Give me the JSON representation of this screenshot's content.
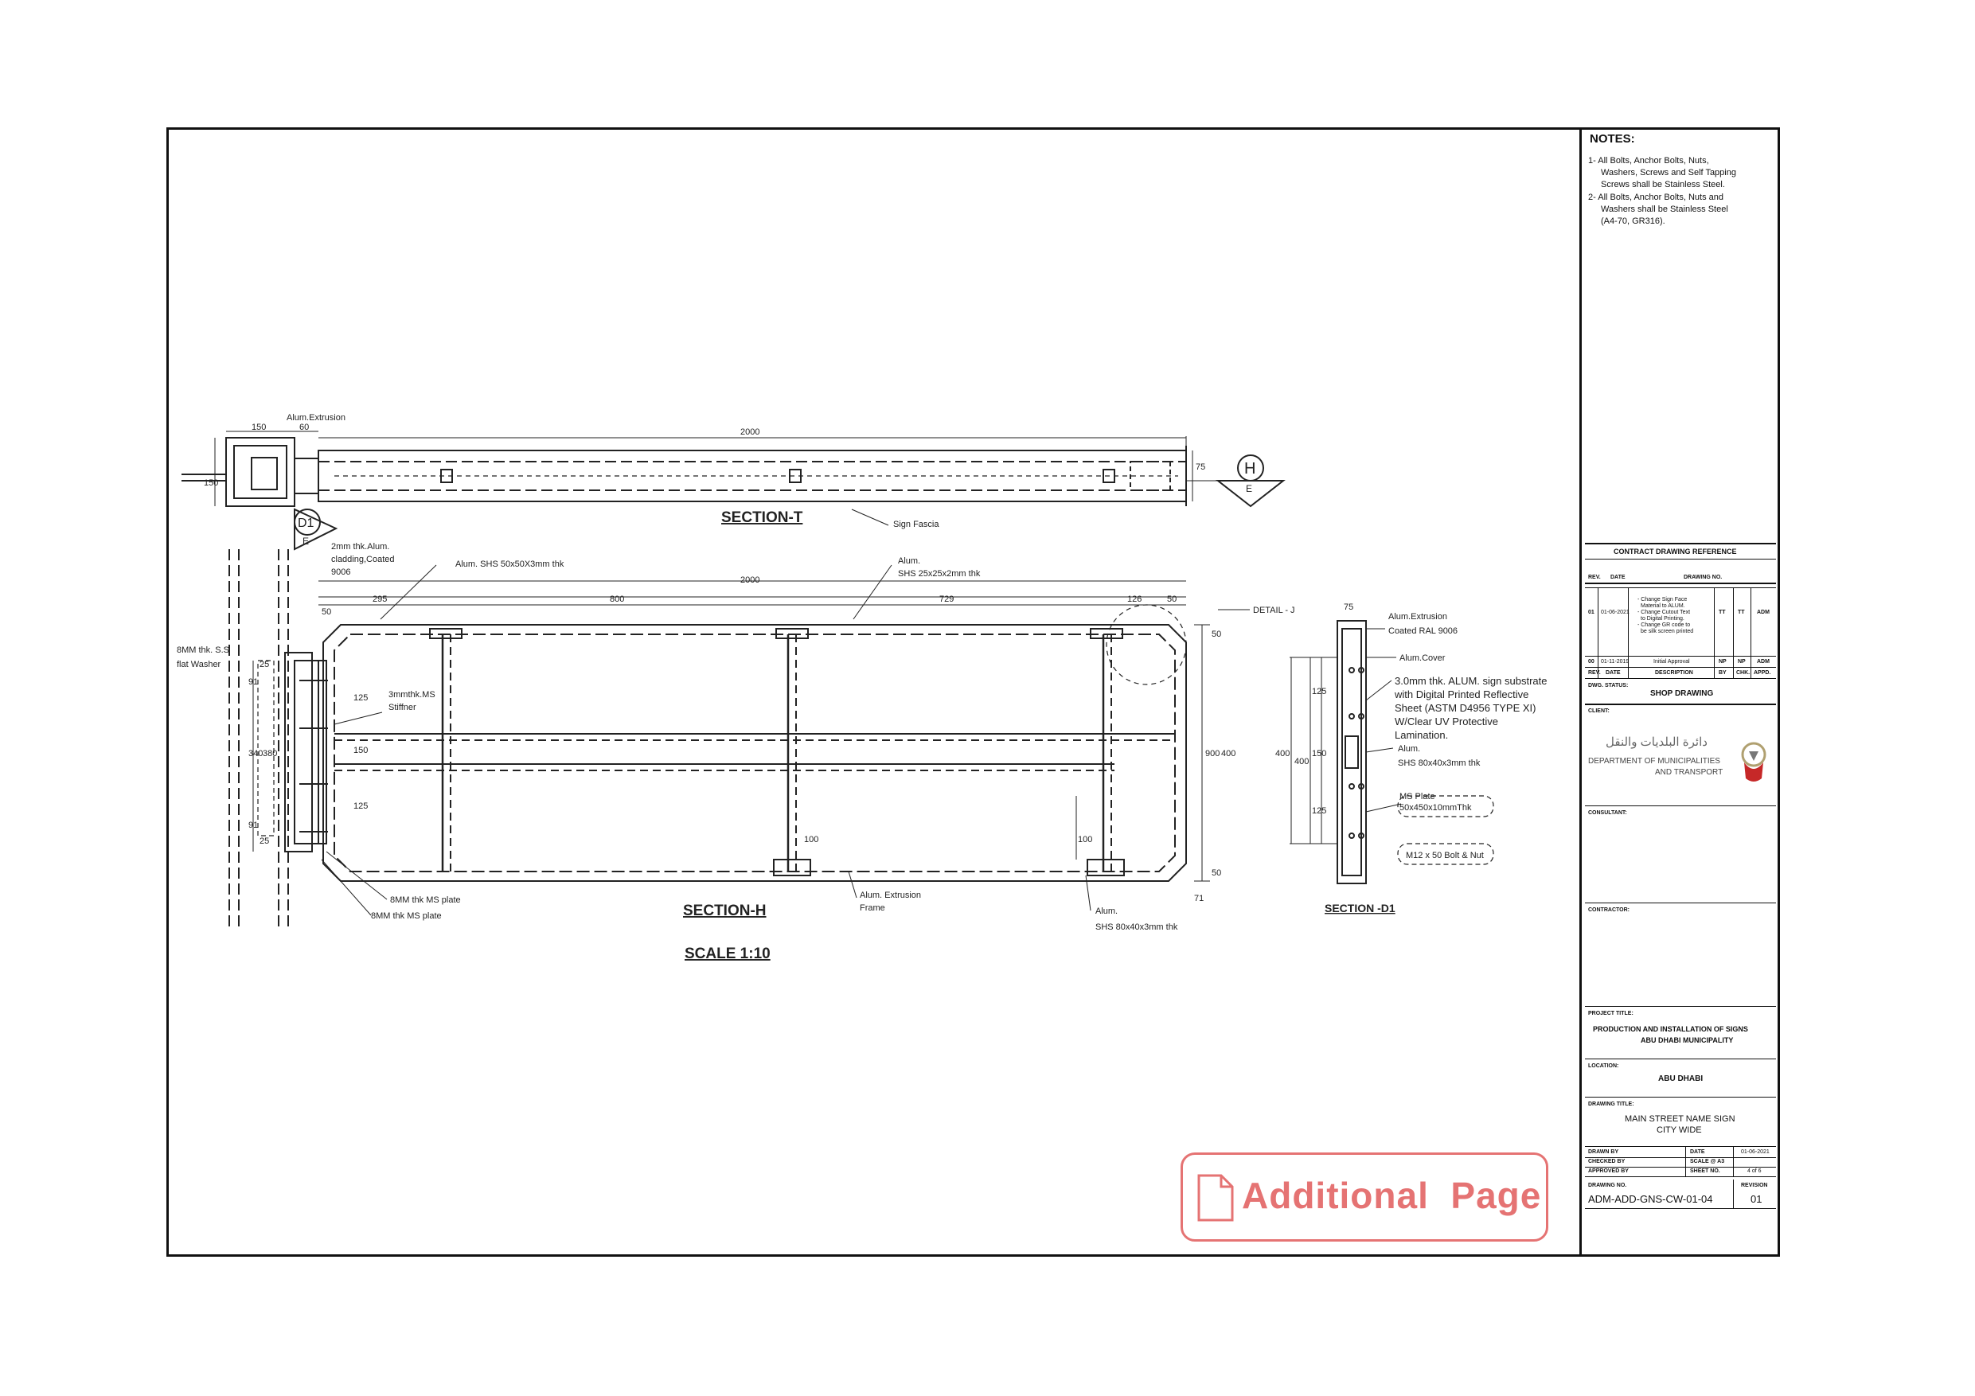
{
  "notes": {
    "heading": "NOTES:",
    "items": [
      "1- All Bolts, Anchor Bolts, Nuts,",
      "Washers, Screws and Self Tapping",
      "Screws shall be Stainless Steel.",
      "2- All Bolts, Anchor Bolts, Nuts and",
      "Washers shall be Stainless Steel",
      "(A4-70, GR316)."
    ]
  },
  "title_block": {
    "contract_ref": "CONTRACT DRAWING REFERENCE",
    "rev_label": "REV.",
    "date_label": "DATE",
    "drawing_no_label": "DRAWING NO.",
    "rev_rows": [
      {
        "rev": "01",
        "date": "01-06-2021",
        "description": [
          "- Change Sign Face",
          "Material to ALUM.",
          "- Change Cutout Text",
          "to Digital Printing.",
          "- Change GR code to",
          "be silk screen printed"
        ],
        "by": "TT",
        "chk": "TT",
        "appd": "ADM"
      },
      {
        "rev": "00",
        "date": "01-11-2019",
        "description": [
          "Initial Approval"
        ],
        "by": "NP",
        "chk": "NP",
        "appd": "ADM"
      }
    ],
    "rev_header": {
      "rev": "REV.",
      "date": "DATE",
      "description": "DESCRIPTION",
      "by": "BY",
      "chk": "CHK.",
      "appd": "APPD."
    },
    "dwg_status_label": "DWG. STATUS:",
    "dwg_status": "SHOP DRAWING",
    "client_label": "CLIENT:",
    "client_arabic": "دائرة البلديات والنقل",
    "client_name_1": "DEPARTMENT OF MUNICIPALITIES",
    "client_name_2": "AND TRANSPORT",
    "consultant_label": "CONSULTANT:",
    "contractor_label": "CONTRACTOR:",
    "project_title_label": "PROJECT TITLE:",
    "project_title_1": "PRODUCTION AND INSTALLATION OF SIGNS",
    "project_title_2": "ABU DHABI MUNICIPALITY",
    "location_label": "LOCATION:",
    "location": "ABU DHABI",
    "drawing_title_label": "DRAWING TITLE:",
    "drawing_title_1": "MAIN STREET NAME SIGN",
    "drawing_title_2": "CITY WIDE",
    "drawn_by_label": "DRAWN BY",
    "checked_by_label": "CHECKED BY",
    "approved_by_label": "APPROVED BY",
    "date_label2": "DATE",
    "date_value": "01-06-2021",
    "scale_label": "SCALE @ A3",
    "sheet_label": "SHEET NO.",
    "sheet_value": "4 of 6",
    "drawing_no_label2": "DRAWING NO.",
    "drawing_no": "ADM-ADD-GNS-CW-01-04",
    "revision_label": "REVISION",
    "revision": "01"
  },
  "drawing": {
    "section_t": "SECTION-T",
    "section_h": "SECTION-H",
    "section_d1": "SECTION -D1",
    "scale": "SCALE 1:10",
    "marker_h": "H",
    "marker_d1": "D1",
    "marker_e": "E",
    "detail_j": "DETAIL - J",
    "sign_fascia": "Sign Fascia",
    "alum_extrusion_top": "Alum.Extrusion",
    "dims_t": {
      "d150": "150",
      "d60": "60",
      "d2000": "2000",
      "d75": "75",
      "d150v": "150"
    },
    "dims_h": {
      "d50a": "50",
      "d2000": "2000",
      "d295": "295",
      "d800": "800",
      "d729": "729",
      "d126": "126",
      "d50b": "50",
      "d50c": "50",
      "d900": "900",
      "d400": "400",
      "d50d": "50",
      "d100a": "100",
      "d100b": "100",
      "d125a": "125",
      "d150": "150",
      "d125b": "125",
      "d71": "71"
    },
    "dims_d1": {
      "d75": "75",
      "d125a": "125",
      "d150": "150",
      "d125b": "125",
      "d400": "400",
      "d400b": "400"
    },
    "dims_left": {
      "d25a": "25",
      "d91": "91",
      "d340": "340",
      "d380": "380",
      "d91b": "91",
      "d25b": "25"
    },
    "labels": {
      "cladding": [
        "2mm thk.Alum.",
        "cladding,Coated",
        "9006"
      ],
      "shs50": "Alum. SHS 50x50X3mm thk",
      "shs25": [
        "Alum.",
        "SHS 25x25x2mm thk"
      ],
      "stiffner": [
        "3mmthk.MS",
        "Stiffner"
      ],
      "washer": [
        "8MM thk. S.S",
        "flat Washer"
      ],
      "ms_plate_1": "8MM thk MS plate",
      "ms_plate_2": "8MM thk MS plate",
      "frame": [
        "Alum. Extrusion",
        "Frame"
      ],
      "shs80_h": [
        "Alum.",
        "SHS 80x40x3mm thk"
      ],
      "extrusion_d1": [
        "Alum.Extrusion",
        "Coated RAL 9006"
      ],
      "cover": "Alum.Cover",
      "substrate": [
        "3.0mm thk. ALUM. sign substrate",
        "with Digital Printed Reflective",
        "Sheet (ASTM D4956 TYPE XI)",
        "W/Clear UV Protective",
        "Lamination."
      ],
      "shs80_d1": [
        "Alum.",
        "SHS 80x40x3mm thk"
      ],
      "ms_plate_d1": [
        "MS Plate",
        "50x450x10mmThk"
      ],
      "bolt": "M12 x 50 Bolt & Nut"
    }
  },
  "stamp": {
    "label": "Additional  Page",
    "color": "#e57373"
  }
}
